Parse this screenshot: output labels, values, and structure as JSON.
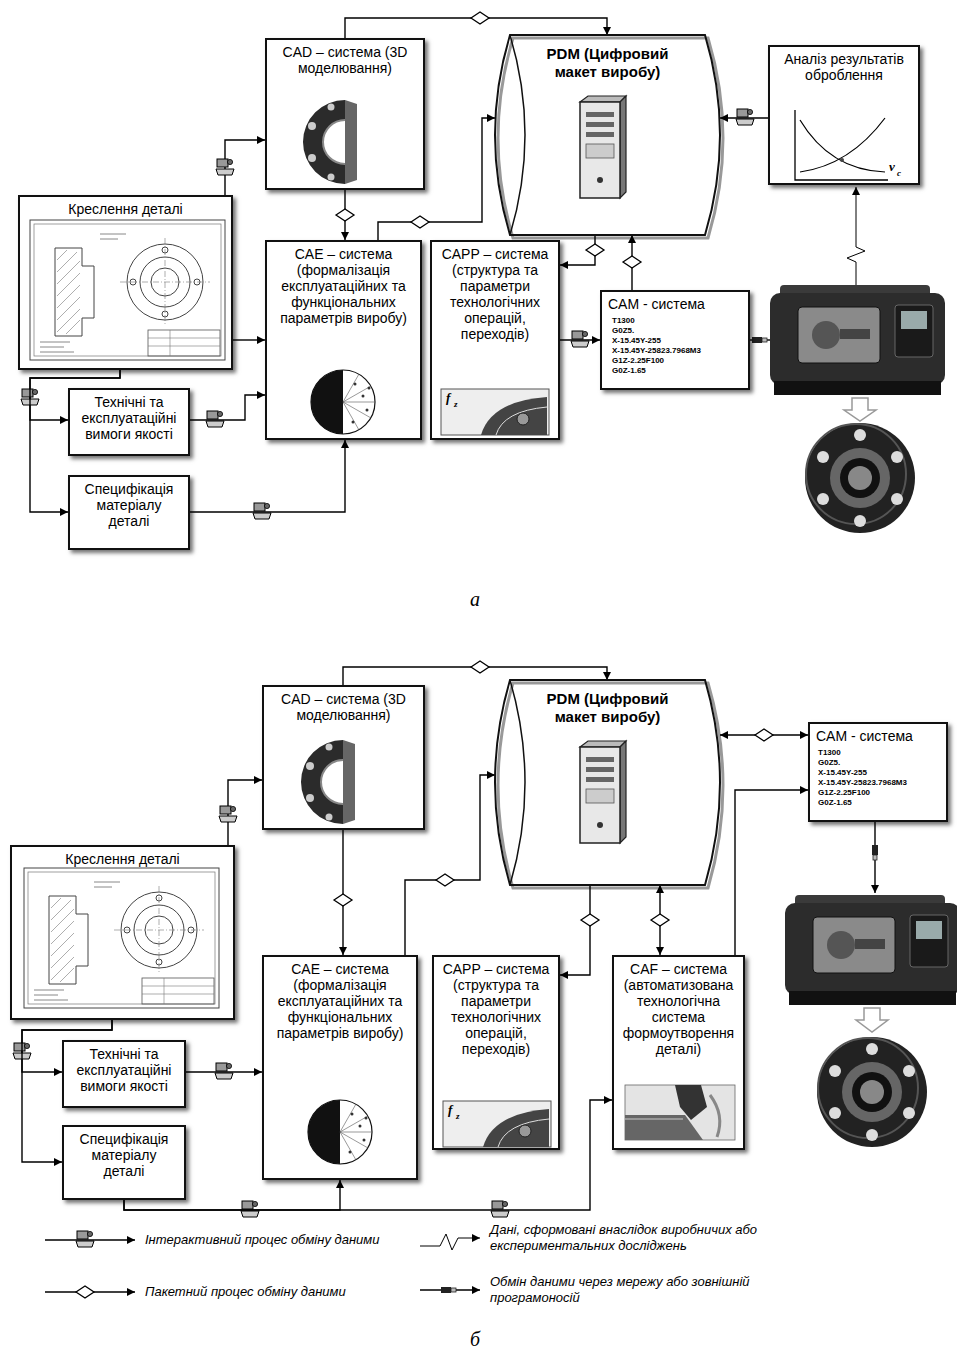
{
  "diagram": {
    "nodes": [
      {
        "text": [
          "CAD – система (3D моделювання)"
        ]
      },
      {
        "text": [
          "PDM (Цифровий макет виробу)"
        ]
      },
      {
        "text": [
          "Аналіз результатів оброблення"
        ]
      },
      {
        "text": [
          "Креслення деталі"
        ]
      },
      {
        "text": [
          "Технічні та експлуатаційні вимоги якості"
        ]
      },
      {
        "text": [
          "Специфікація матеріалу деталі"
        ]
      },
      {
        "text": [
          "CAE – система (формалізація експлуатаційних та функціональних параметрів виробу)"
        ]
      },
      {
        "text": [
          "CAPP – система (структура та параметри технологічних операцій, переходів)"
        ]
      },
      {
        "text": [
          "CAM - система"
        ]
      },
      {
        "text": [
          "CAD – система (3D моделювання)"
        ]
      },
      {
        "text": [
          "PDM (Цифровий макет виробу)"
        ]
      },
      {
        "text": [
          "CAM - система"
        ]
      },
      {
        "text": [
          "Креслення деталі"
        ]
      },
      {
        "text": [
          "Технічні та експлуатаційні вимоги якості"
        ]
      },
      {
        "text": [
          "Специфікація матеріалу деталі"
        ]
      },
      {
        "text": [
          "CAE – система (формалізація експлуатаційних та функціональних параметрів виробу)"
        ]
      },
      {
        "text": [
          "CAPP – система (структура та параметри технологічних операцій, переходів)"
        ]
      },
      {
        "text": [
          "CAF – система (автоматизована технологічна система формоутворення деталі)"
        ]
      }
    ],
    "edges": [
      {
        "from": 0,
        "to": 1,
        "arrow": "to"
      },
      {
        "from": 3,
        "to": 0,
        "arrow": "to"
      },
      {
        "from": 0,
        "to": 6,
        "arrow": "to"
      },
      {
        "from": 6,
        "to": 1,
        "arrow": "to"
      },
      {
        "from": 1,
        "to": 7,
        "arrow": "to"
      },
      {
        "from": 8,
        "to": 1,
        "arrow": "to"
      },
      {
        "from": 7,
        "to": 8,
        "arrow": "to"
      },
      {
        "from": 2,
        "to": 1,
        "arrow": "to"
      },
      {
        "from": 3,
        "to": 4,
        "arrow": "to"
      },
      {
        "from": 3,
        "to": 5,
        "arrow": "to"
      },
      {
        "from": 3,
        "to": 6,
        "arrow": "to"
      },
      {
        "from": 4,
        "to": 6,
        "arrow": "to"
      },
      {
        "from": 5,
        "to": 6,
        "arrow": "to"
      },
      {
        "from": 9,
        "to": 10,
        "arrow": "to"
      },
      {
        "from": 12,
        "to": 9,
        "arrow": "to"
      },
      {
        "from": 9,
        "to": 15,
        "arrow": "to"
      },
      {
        "from": 15,
        "to": 10,
        "arrow": "to"
      },
      {
        "from": 10,
        "to": 16,
        "arrow": "to"
      },
      {
        "from": 10,
        "to": 17,
        "arrow": "both"
      },
      {
        "from": 10,
        "to": 11,
        "arrow": "both"
      },
      {
        "from": 17,
        "to": 11,
        "arrow": "to"
      },
      {
        "from": 12,
        "to": 13,
        "arrow": "to"
      },
      {
        "from": 12,
        "to": 14,
        "arrow": "to"
      },
      {
        "from": 13,
        "to": 15,
        "arrow": "to"
      },
      {
        "from": 14,
        "to": 15,
        "arrow": "to"
      },
      {
        "from": 14,
        "to": 17,
        "arrow": "to"
      }
    ],
    "labels": [
      "а",
      "б",
      "T1300",
      "G0Z5.",
      "X-15.45Y-255",
      "X-15.45Y-25823.7968M3",
      "G1Z-2.25F100",
      "G0Z-1.65",
      "T1300",
      "G0Z5.",
      "X-15.45Y-255",
      "X-15.45Y-25823.7968M3",
      "G1Z-2.25F100",
      "G0Z-1.65",
      "f",
      "z",
      "f",
      "z",
      "v",
      "c"
    ],
    "legend": [
      {
        "text": "Інтерактивний процес обміну даними"
      },
      {
        "text": "Дані, сформовані внаслідок виробничих або експериментальних досліджень"
      },
      {
        "text": "Пакетний процес обміну даними"
      },
      {
        "text": "Обмін даними через мережу або зовнішній програмоносій"
      }
    ]
  }
}
